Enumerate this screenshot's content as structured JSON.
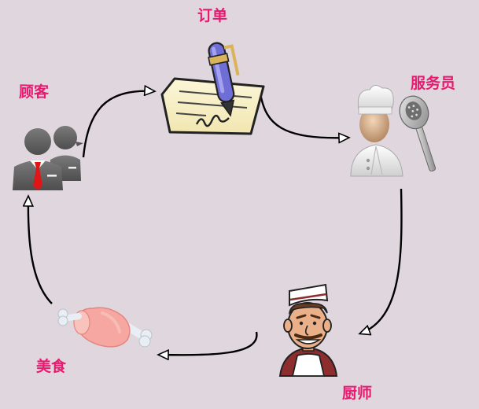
{
  "nodes": {
    "order": {
      "label": "订单",
      "icon": "signed-order-pen-icon"
    },
    "waiter": {
      "label": "服务员",
      "icon": "chef-waiter-icon"
    },
    "chef": {
      "label": "厨师",
      "icon": "chef-cartoon-icon"
    },
    "food": {
      "label": "美食",
      "icon": "ham-leg-icon"
    },
    "customer": {
      "label": "顾客",
      "icon": "customers-icon"
    }
  },
  "colors": {
    "background": "#e0d6de",
    "label": "#e8196e",
    "arrow": "#000000"
  }
}
